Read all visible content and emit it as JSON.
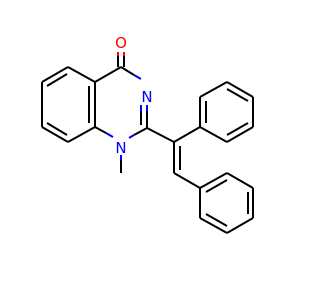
{
  "molecule": {
    "atom_labels": {
      "oxygen": "O",
      "nitrogen_3": "N",
      "nitrogen_1": "N"
    },
    "colors": {
      "bond": "#000000",
      "oxygen": "#ff0000",
      "nitrogen": "#0000ff",
      "background": "#ffffff"
    }
  }
}
